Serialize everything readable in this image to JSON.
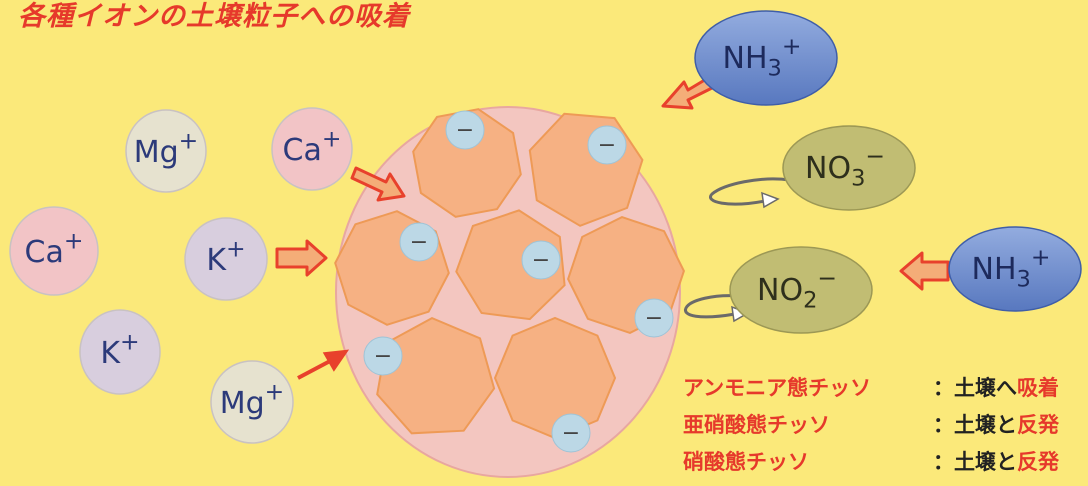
{
  "title": "各種イオンの土壌粒子への吸着",
  "colors": {
    "background": "#fbe97a",
    "title": "#e6392b",
    "soil_particle_bg": "#f3c6c0",
    "aggregate": "#f6b183",
    "aggregate_stroke": "#ee9a56",
    "negative_charge": "#bcd8e6",
    "ca_ion": "#f2c4c6",
    "k_ion": "#d8cede",
    "mg_ion": "#e6e2cf",
    "nh3_ion": "#6f8fd1",
    "no_ion": "#c1bd73",
    "arrow": "#e8412c",
    "arrow_fill": "#f4ad78"
  },
  "negative_charge_symbol": "−",
  "cations": [
    {
      "id": "mg-1",
      "label": "Mg",
      "sup": "+",
      "kind": "mg_ion"
    },
    {
      "id": "ca-1",
      "label": "Ca",
      "sup": "+",
      "kind": "ca_ion"
    },
    {
      "id": "ca-2",
      "label": "Ca",
      "sup": "+",
      "kind": "ca_ion"
    },
    {
      "id": "k-1",
      "label": "K",
      "sup": "+",
      "kind": "k_ion"
    },
    {
      "id": "k-2",
      "label": "K",
      "sup": "+",
      "kind": "k_ion"
    },
    {
      "id": "mg-2",
      "label": "Mg",
      "sup": "+",
      "kind": "mg_ion"
    }
  ],
  "nh3_ions": [
    {
      "id": "nh3-1",
      "label": "NH",
      "sub": "3",
      "sup": "+"
    },
    {
      "id": "nh3-2",
      "label": "NH",
      "sub": "3",
      "sup": "+"
    }
  ],
  "anions": [
    {
      "id": "no3",
      "label": "NO",
      "sub": "3",
      "sup": "−"
    },
    {
      "id": "no2",
      "label": "NO",
      "sub": "2",
      "sup": "−"
    }
  ],
  "legend": [
    {
      "label": "アンモニア態チッソ",
      "effect_prefix": "：土壌へ",
      "effect_highlight": "吸着"
    },
    {
      "label": "亜硝酸態チッソ",
      "effect_prefix": "：土壌と",
      "effect_highlight": "反発"
    },
    {
      "label": "硝酸態チッソ",
      "effect_prefix": "：土壌と",
      "effect_highlight": "反発"
    }
  ]
}
